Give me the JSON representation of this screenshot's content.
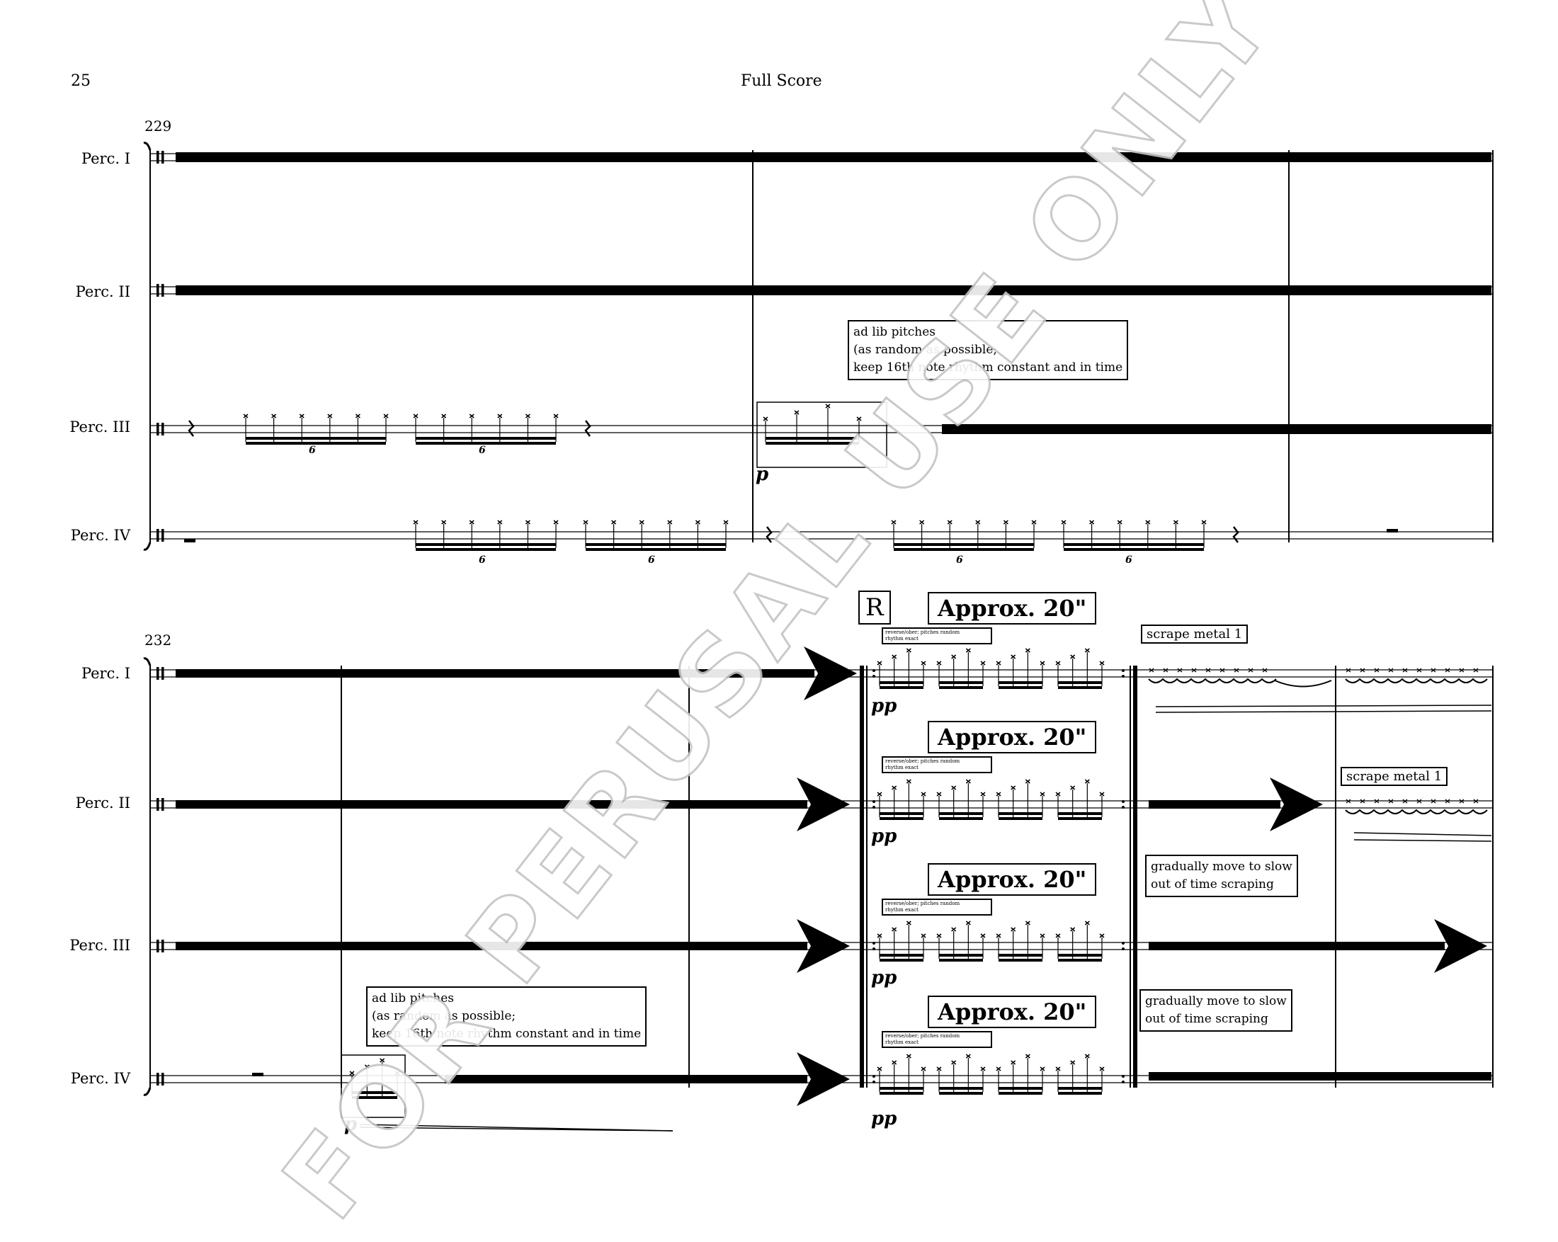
{
  "header": {
    "page_number": "25",
    "title": "Full Score"
  },
  "systems": [
    {
      "measure_number": "229",
      "instruments": [
        "Perc. I",
        "Perc. II",
        "Perc. III",
        "Perc. IV"
      ],
      "annotations": {
        "ad_lib": [
          "ad lib pitches",
          "(as random as possible;",
          "keep 16th note rhythm constant and in time"
        ],
        "dynamic": "p",
        "tuplets": [
          "6",
          "6",
          "6",
          "6",
          "6",
          "6"
        ]
      }
    },
    {
      "measure_number": "232",
      "instruments": [
        "Perc. I",
        "Perc. II",
        "Perc. III",
        "Perc. IV"
      ],
      "annotations": {
        "rehearsal_mark": "R",
        "approx": [
          "Approx. 20\"",
          "Approx. 20\"",
          "Approx. 20\"",
          "Approx. 20\""
        ],
        "small_note": [
          "reverse/ober; pitches random",
          "rhythm exact"
        ],
        "scrape_1": "scrape metal 1",
        "scrape_2": "scrape metal 1",
        "gradually_1": [
          "gradually move to slow",
          "out of time scraping"
        ],
        "gradually_2": [
          "gradually move to slow",
          "out of time scraping"
        ],
        "ad_lib": [
          "ad lib pitches",
          "(as random as possible;",
          "keep 16th note rhythm constant and in time"
        ],
        "dynamics": [
          "pp",
          "pp",
          "pp",
          "pp",
          "p"
        ]
      }
    }
  ],
  "watermark": "FOR PERUSAL USE ONLY"
}
